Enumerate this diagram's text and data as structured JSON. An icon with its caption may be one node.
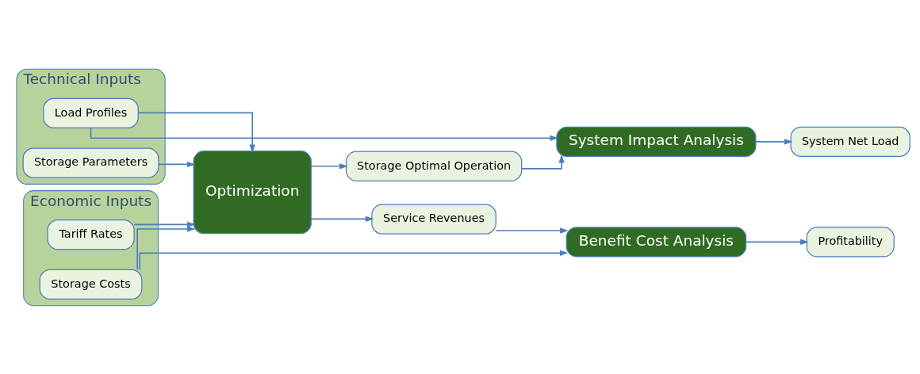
{
  "diagram": {
    "nodes": [
      {
        "text": [
          "Technical Inputs"
        ]
      },
      {
        "text": [
          "Load Profiles"
        ],
        "in": 0
      },
      {
        "text": [
          "Storage Parameters"
        ],
        "in": 0
      },
      {
        "text": [
          "Economic Inputs"
        ]
      },
      {
        "text": [
          "Tariff Rates"
        ],
        "in": 3
      },
      {
        "text": [
          "Storage Costs"
        ],
        "in": 3
      },
      {
        "text": [
          "Optimization"
        ]
      },
      {
        "text": [
          "Storage Optimal Operation"
        ]
      },
      {
        "text": [
          "Service Revenues"
        ]
      },
      {
        "text": [
          "System Impact Analysis"
        ]
      },
      {
        "text": [
          "Benefit Cost Analysis"
        ]
      },
      {
        "text": [
          "System Net Load"
        ]
      },
      {
        "text": [
          "Profitability"
        ]
      }
    ],
    "edges": [
      {
        "from": 1,
        "to": 9,
        "arrow": "to"
      },
      {
        "from": 1,
        "to": 6,
        "arrow": "to"
      },
      {
        "from": 2,
        "to": 6,
        "arrow": "to"
      },
      {
        "from": 4,
        "to": 6,
        "arrow": "to"
      },
      {
        "from": 5,
        "to": 6,
        "arrow": "to"
      },
      {
        "from": 6,
        "to": 7,
        "arrow": "to"
      },
      {
        "from": 6,
        "to": 8,
        "arrow": "to"
      },
      {
        "from": 7,
        "to": 9,
        "arrow": "to"
      },
      {
        "from": 8,
        "to": 10,
        "arrow": "to"
      },
      {
        "from": 5,
        "to": 10,
        "arrow": "to"
      },
      {
        "from": 9,
        "to": 11,
        "arrow": "to"
      },
      {
        "from": 10,
        "to": 12,
        "arrow": "to"
      }
    ]
  }
}
